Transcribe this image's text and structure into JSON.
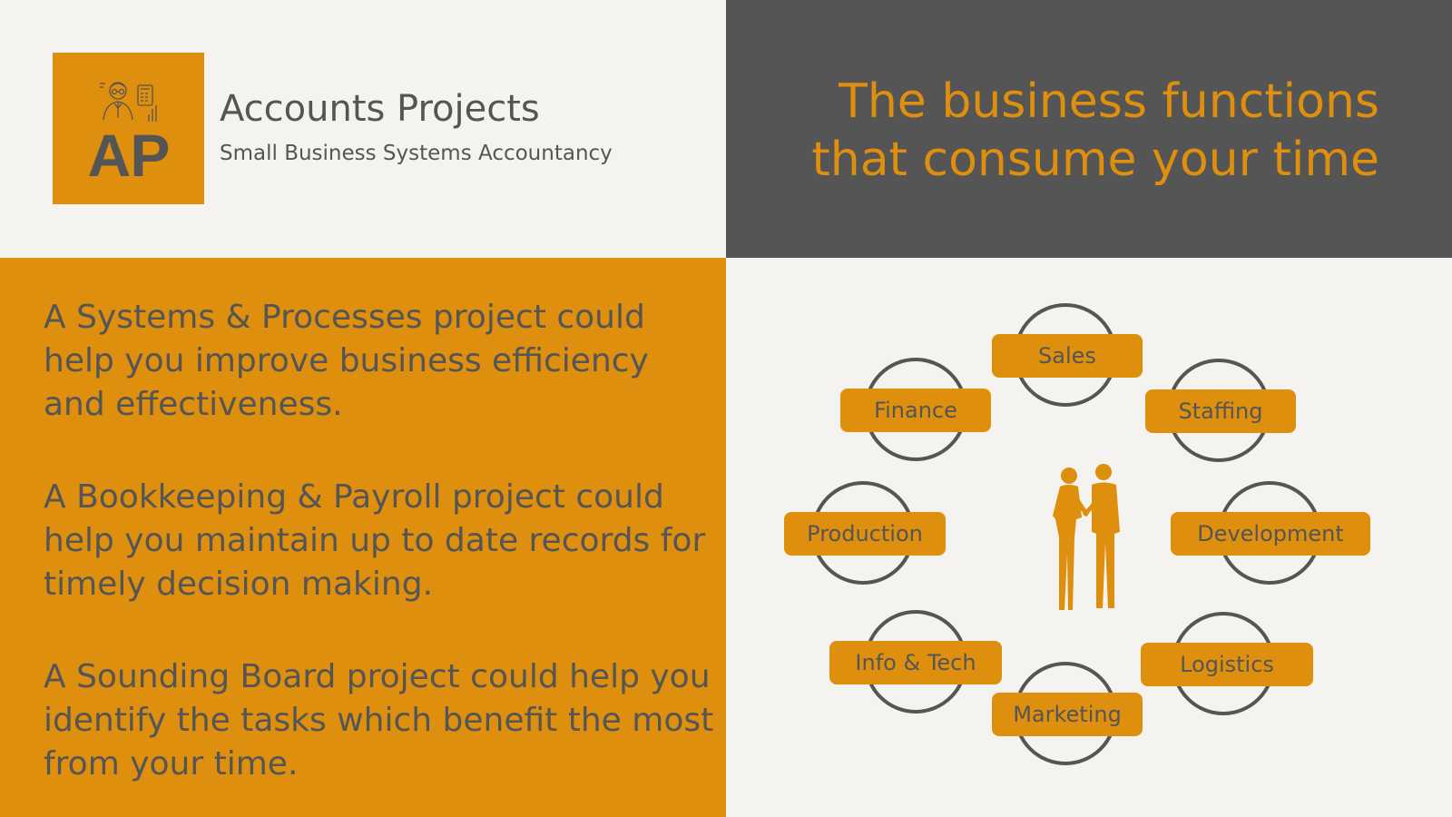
{
  "brand": {
    "logo_letters": "AP",
    "name": "Accounts Projects",
    "tagline": "Small Business Systems Accountancy"
  },
  "headline": {
    "line1": "The business functions",
    "line2": "that consume your time"
  },
  "paragraphs": [
    "A Systems & Processes project could help you improve business efficiency and effectiveness.",
    "A Bookkeeping & Payroll project could help you maintain up to date records for timely decision making.",
    "A Sounding Board project could help you identify the tasks which benefit the most from your time."
  ],
  "functions": {
    "sales": "Sales",
    "finance": "Finance",
    "staffing": "Staffing",
    "production": "Production",
    "development": "Development",
    "info_tech": "Info & Tech",
    "logistics": "Logistics",
    "marketing": "Marketing"
  },
  "icons": {
    "logo_figure": "accountant-icon",
    "center_figure": "business-people-icon"
  },
  "colors": {
    "accent": "#de8f0e",
    "dark": "#555555",
    "light": "#f4f3f0"
  }
}
